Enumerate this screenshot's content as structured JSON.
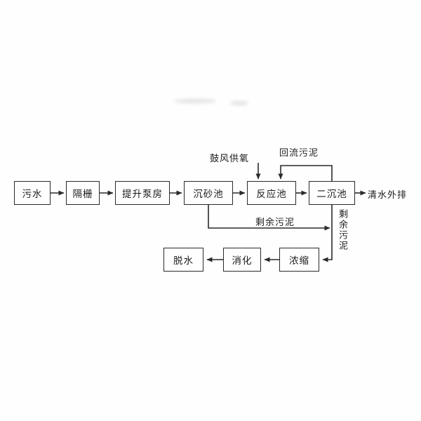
{
  "diagram": {
    "title": "wastewater-treatment-process-flow",
    "colors": {
      "line": "#2a2a2a",
      "background": "#fefefe",
      "text": "#1c1c1c"
    },
    "boxes": [
      {
        "id": "sewage",
        "label": "污水"
      },
      {
        "id": "bar-screen",
        "label": "隔栅"
      },
      {
        "id": "lift-pump-station",
        "label": "提升泵房"
      },
      {
        "id": "grit-chamber",
        "label": "沉砂池"
      },
      {
        "id": "reaction-tank",
        "label": "反应池"
      },
      {
        "id": "secondary-clarifier",
        "label": "二沉池"
      },
      {
        "id": "thickening",
        "label": "浓缩"
      },
      {
        "id": "digestion",
        "label": "消化"
      },
      {
        "id": "dewatering",
        "label": "脱水"
      }
    ],
    "labels": {
      "blower_oxygen": "鼓风供氧",
      "return_sludge": "回流污泥",
      "clean_water_discharge": "清水外排",
      "excess_sludge_horizontal": "剩余污泥",
      "excess_sludge_vertical": "剩余污泥"
    }
  }
}
